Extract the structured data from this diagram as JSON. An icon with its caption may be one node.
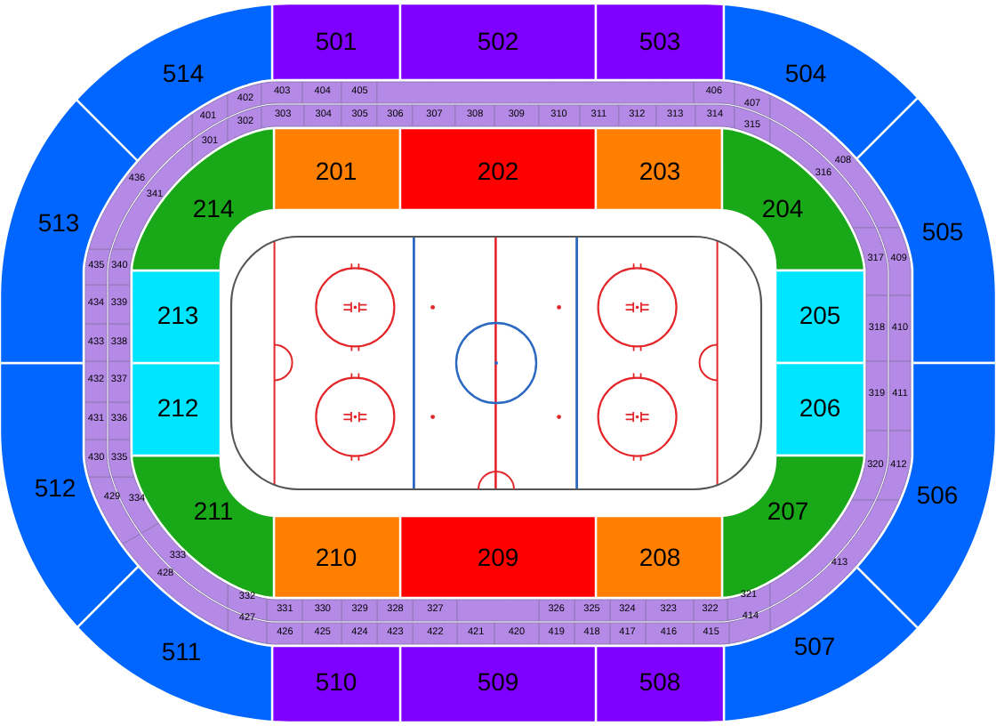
{
  "diagram": {
    "nodes": [
      {
        "text": [
          "501"
        ]
      },
      {
        "text": [
          "502"
        ]
      },
      {
        "text": [
          "503"
        ]
      },
      {
        "text": [
          "504"
        ]
      },
      {
        "text": [
          "505"
        ]
      },
      {
        "text": [
          "506"
        ]
      },
      {
        "text": [
          "507"
        ]
      },
      {
        "text": [
          "508"
        ]
      },
      {
        "text": [
          "509"
        ]
      },
      {
        "text": [
          "510"
        ]
      },
      {
        "text": [
          "511"
        ]
      },
      {
        "text": [
          "512"
        ]
      },
      {
        "text": [
          "513"
        ]
      },
      {
        "text": [
          "514"
        ]
      },
      {
        "text": [
          "201"
        ]
      },
      {
        "text": [
          "202"
        ]
      },
      {
        "text": [
          "203"
        ]
      },
      {
        "text": [
          "204"
        ]
      },
      {
        "text": [
          "205"
        ]
      },
      {
        "text": [
          "206"
        ]
      },
      {
        "text": [
          "207"
        ]
      },
      {
        "text": [
          "208"
        ]
      },
      {
        "text": [
          "209"
        ]
      },
      {
        "text": [
          "210"
        ]
      },
      {
        "text": [
          "211"
        ]
      },
      {
        "text": [
          "212"
        ]
      },
      {
        "text": [
          "213"
        ]
      },
      {
        "text": [
          "214"
        ]
      },
      {
        "text": [
          "301"
        ]
      },
      {
        "text": [
          "302"
        ]
      },
      {
        "text": [
          "303"
        ]
      },
      {
        "text": [
          "304"
        ]
      },
      {
        "text": [
          "305"
        ]
      },
      {
        "text": [
          "306"
        ]
      },
      {
        "text": [
          "307"
        ]
      },
      {
        "text": [
          "308"
        ]
      },
      {
        "text": [
          "309"
        ]
      },
      {
        "text": [
          "310"
        ]
      },
      {
        "text": [
          "311"
        ]
      },
      {
        "text": [
          "312"
        ]
      },
      {
        "text": [
          "313"
        ]
      },
      {
        "text": [
          "314"
        ]
      },
      {
        "text": [
          "315"
        ]
      },
      {
        "text": [
          "316"
        ]
      },
      {
        "text": [
          "317"
        ]
      },
      {
        "text": [
          "318"
        ]
      },
      {
        "text": [
          "319"
        ]
      },
      {
        "text": [
          "320"
        ]
      },
      {
        "text": [
          "321"
        ]
      },
      {
        "text": [
          "322"
        ]
      },
      {
        "text": [
          "323"
        ]
      },
      {
        "text": [
          "324"
        ]
      },
      {
        "text": [
          "325"
        ]
      },
      {
        "text": [
          "326"
        ]
      },
      {
        "text": [
          "327"
        ]
      },
      {
        "text": [
          "328"
        ]
      },
      {
        "text": [
          "329"
        ]
      },
      {
        "text": [
          "330"
        ]
      },
      {
        "text": [
          "331"
        ]
      },
      {
        "text": [
          "332"
        ]
      },
      {
        "text": [
          "333"
        ]
      },
      {
        "text": [
          "334"
        ]
      },
      {
        "text": [
          "335"
        ]
      },
      {
        "text": [
          "336"
        ]
      },
      {
        "text": [
          "337"
        ]
      },
      {
        "text": [
          "338"
        ]
      },
      {
        "text": [
          "339"
        ]
      },
      {
        "text": [
          "340"
        ]
      },
      {
        "text": [
          "341"
        ]
      },
      {
        "text": [
          "401"
        ]
      },
      {
        "text": [
          "402"
        ]
      },
      {
        "text": [
          "403"
        ]
      },
      {
        "text": [
          "404"
        ]
      },
      {
        "text": [
          "405"
        ]
      },
      {
        "text": [
          "406"
        ]
      },
      {
        "text": [
          "407"
        ]
      },
      {
        "text": [
          "408"
        ]
      },
      {
        "text": [
          "409"
        ]
      },
      {
        "text": [
          "410"
        ]
      },
      {
        "text": [
          "411"
        ]
      },
      {
        "text": [
          "412"
        ]
      },
      {
        "text": [
          "413"
        ]
      },
      {
        "text": [
          "414"
        ]
      },
      {
        "text": [
          "415"
        ]
      },
      {
        "text": [
          "416"
        ]
      },
      {
        "text": [
          "417"
        ]
      },
      {
        "text": [
          "418"
        ]
      },
      {
        "text": [
          "419"
        ]
      },
      {
        "text": [
          "420"
        ]
      },
      {
        "text": [
          "421"
        ]
      },
      {
        "text": [
          "422"
        ]
      },
      {
        "text": [
          "423"
        ]
      },
      {
        "text": [
          "424"
        ]
      },
      {
        "text": [
          "425"
        ]
      },
      {
        "text": [
          "426"
        ]
      },
      {
        "text": [
          "427"
        ]
      },
      {
        "text": [
          "428"
        ]
      },
      {
        "text": [
          "429"
        ]
      },
      {
        "text": [
          "430"
        ]
      },
      {
        "text": [
          "431"
        ]
      },
      {
        "text": [
          "432"
        ]
      },
      {
        "text": [
          "433"
        ]
      },
      {
        "text": [
          "434"
        ]
      },
      {
        "text": [
          "435"
        ]
      },
      {
        "text": [
          "436"
        ]
      },
      {
        "text": [],
        "shape": "box"
      },
      {
        "text": [],
        "shape": "box"
      },
      {
        "text": [],
        "shape": "box"
      }
    ]
  }
}
